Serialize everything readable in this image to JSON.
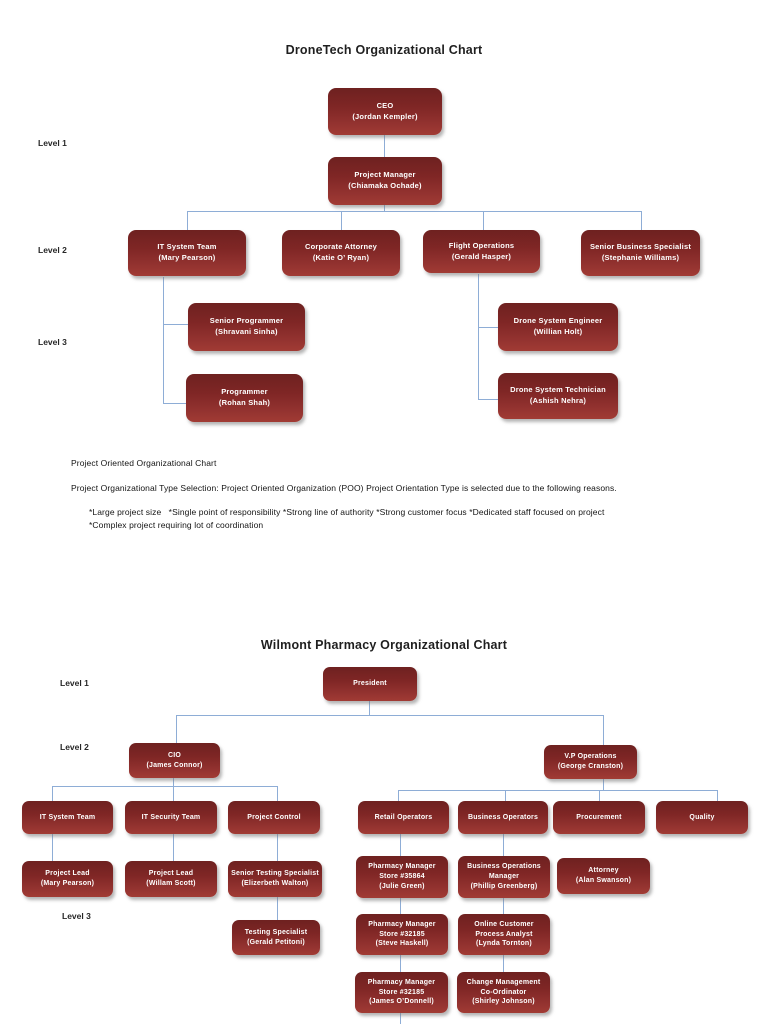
{
  "colors": {
    "node_fill_top": "#6e2120",
    "node_fill_bottom": "#a13b34",
    "connector_line": "#8eadd6",
    "node_text": "#ffffff",
    "title_text": "#1f1f1f"
  },
  "chart1": {
    "title": "DroneTech Organizational Chart",
    "levels": {
      "l1": "Level 1",
      "l2": "Level 2",
      "l3": "Level 3"
    },
    "nodes": {
      "ceo": {
        "role": "CEO",
        "person": "(Jordan Kempler)"
      },
      "project_manager": {
        "role": "Project Manager",
        "person": "(Chiamaka Ochade)"
      },
      "it_system_team": {
        "role": "IT System Team",
        "person": "(Mary Pearson)"
      },
      "corporate_attorney": {
        "role": "Corporate Attorney",
        "person": "(Katie O’ Ryan)"
      },
      "flight_operations": {
        "role": "Flight Operations",
        "person": "(Gerald Hasper)"
      },
      "senior_business_specialist": {
        "role": "Senior Business Specialist",
        "person": "(Stephanie Williams)"
      },
      "senior_programmer": {
        "role": "Senior Programmer",
        "person": "(Shravani Sinha)"
      },
      "programmer": {
        "role": "Programmer",
        "person": "(Rohan Shah)"
      },
      "drone_system_engineer": {
        "role": "Drone System Engineer",
        "person": "(Willian Holt)"
      },
      "drone_system_technician": {
        "role": "Drone System Technician",
        "person": "(Ashish Nehra)"
      }
    },
    "notes": {
      "heading": "Project Oriented Organizational Chart",
      "body": "Project Organizational Type Selection: Project Oriented Organization (POO) Project Orientation Type is selected due to the following reasons.",
      "bullets_line1": "*Large project size   *Single point of responsibility *Strong line of authority *Strong customer focus *Dedicated staff focused on project",
      "bullets_line2": "*Complex project requiring lot of coordination"
    }
  },
  "chart2": {
    "title": "Wilmont Pharmacy Organizational Chart",
    "levels": {
      "l1": "Level 1",
      "l2": "Level 2",
      "l3": "Level 3"
    },
    "nodes": {
      "president": {
        "role": "President"
      },
      "cio": {
        "role": "CIO",
        "person": "(James Connor)"
      },
      "vp_operations": {
        "role": "V.P Operations",
        "person": "(George Cranston)"
      },
      "it_system_team": {
        "role": "IT System Team"
      },
      "it_security_team": {
        "role": "IT Security Team"
      },
      "project_control": {
        "role": "Project Control"
      },
      "retail_operators": {
        "role": "Retail Operators"
      },
      "business_operators": {
        "role": "Business Operators"
      },
      "procurement": {
        "role": "Procurement"
      },
      "quality": {
        "role": "Quality"
      },
      "project_lead_it_system": {
        "role": "Project Lead",
        "person": "(Mary Pearson)"
      },
      "project_lead_it_security": {
        "role": "Project Lead",
        "person": "(Willam Scott)"
      },
      "senior_testing_specialist": {
        "role": "Senior Testing Specialist",
        "person": "(Elizerbeth Walton)"
      },
      "testing_specialist": {
        "role": "Testing Specialist",
        "person": "(Gerald Petitoni)"
      },
      "pharmacy_manager_35864": {
        "role": "Pharmacy Manager",
        "detail": "Store #35864",
        "person": "(Julie Green)"
      },
      "business_operations_manager": {
        "role": "Business Operations",
        "detail": "Manager",
        "person": "(Phillip Greenberg)"
      },
      "attorney": {
        "role": "Attorney",
        "person": "(Alan Swanson)"
      },
      "pharmacy_manager_32185_a": {
        "role": "Pharmacy Manager",
        "detail": "Store #32185",
        "person": "(Steve Haskell)"
      },
      "online_customer_process_analyst": {
        "role": "Online Customer",
        "detail": "Process Analyst",
        "person": "(Lynda Tornton)"
      },
      "pharmacy_manager_32185_b": {
        "role": "Pharmacy Manager",
        "detail": "Store #32185",
        "person": "(James O’Donnell)"
      },
      "change_management_coordinator": {
        "role": "Change Management",
        "detail": "Co-Ordinator",
        "person": "(Shirley Johnson)"
      }
    }
  }
}
